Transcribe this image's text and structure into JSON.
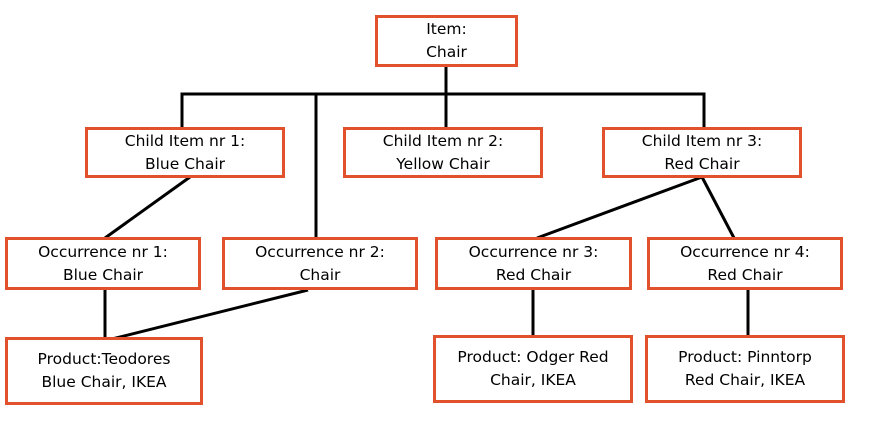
{
  "diagram": {
    "type": "tree",
    "colors": {
      "box_border": "#e0512c",
      "box_fill": "#ffffff",
      "connector": "#000000",
      "text": "#000000",
      "background": "#ffffff"
    },
    "nodes": {
      "item": {
        "line1": "Item:",
        "line2": "Chair"
      },
      "child1": {
        "line1": "Child Item nr 1:",
        "line2": "Blue Chair"
      },
      "child2": {
        "line1": "Child Item nr 2:",
        "line2": "Yellow Chair"
      },
      "child3": {
        "line1": "Child Item nr 3:",
        "line2": "Red Chair"
      },
      "occ1": {
        "line1": "Occurrence nr 1:",
        "line2": "Blue Chair"
      },
      "occ2": {
        "line1": "Occurrence nr 2:",
        "line2": "Chair"
      },
      "occ3": {
        "line1": "Occurrence nr 3:",
        "line2": "Red Chair"
      },
      "occ4": {
        "line1": "Occurrence nr 4:",
        "line2": "Red Chair"
      },
      "prod1": {
        "line1": "Product:Teodores",
        "line2": "Blue Chair, IKEA"
      },
      "prod2": {
        "line1": "Product: Odger Red",
        "line2": "Chair, IKEA"
      },
      "prod3": {
        "line1": "Product: Pinntorp",
        "line2": "Red Chair, IKEA"
      }
    },
    "edges": [
      {
        "from": "item",
        "to": "child1"
      },
      {
        "from": "item",
        "to": "child2"
      },
      {
        "from": "item",
        "to": "child3"
      },
      {
        "from": "item",
        "to": "occ2"
      },
      {
        "from": "child1",
        "to": "occ1"
      },
      {
        "from": "child3",
        "to": "occ3"
      },
      {
        "from": "child3",
        "to": "occ4"
      },
      {
        "from": "occ1",
        "to": "prod1"
      },
      {
        "from": "occ2",
        "to": "prod1"
      },
      {
        "from": "occ3",
        "to": "prod2"
      },
      {
        "from": "occ4",
        "to": "prod3"
      }
    ]
  }
}
